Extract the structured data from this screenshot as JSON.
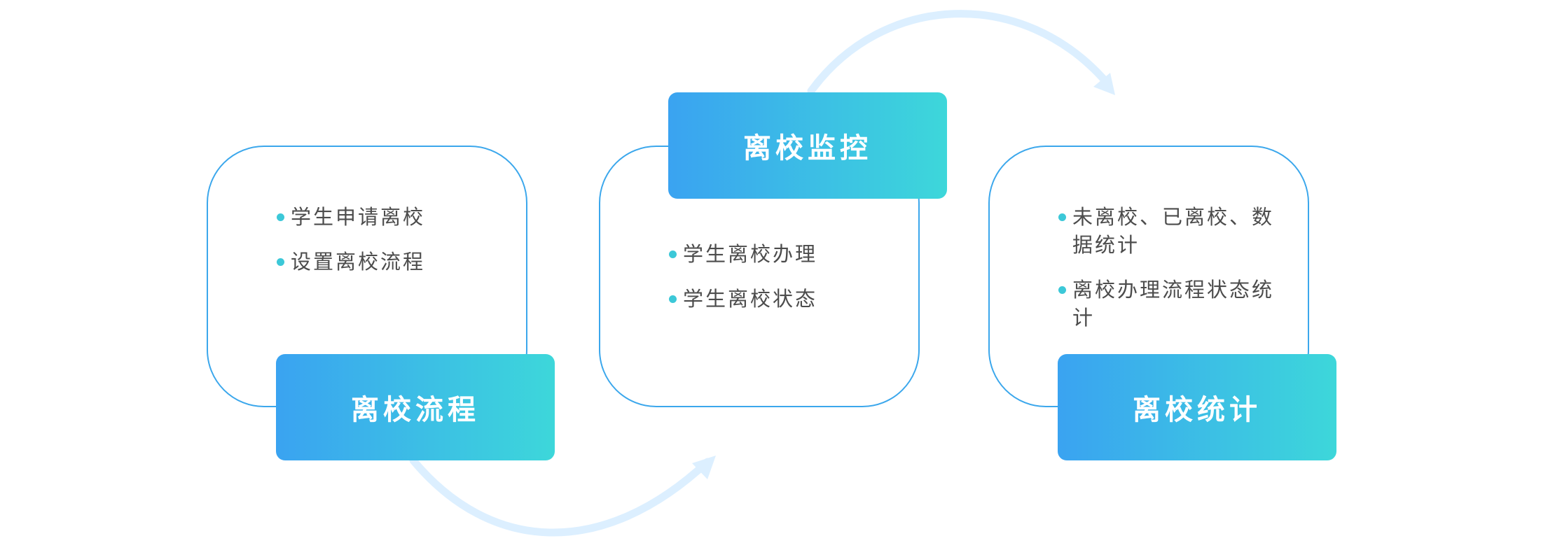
{
  "steps": [
    {
      "title": "离校流程",
      "items": [
        "学生申请离校",
        "设置离校流程"
      ]
    },
    {
      "title": "离校监控",
      "items": [
        "学生离校办理",
        "学生离校状态"
      ]
    },
    {
      "title": "离校统计",
      "items": [
        "未离校、已离校、数据统计",
        "离校办理流程状态统计"
      ]
    }
  ],
  "colors": {
    "card_border": "#3ba7ec",
    "gradient_start": "#3aa3f1",
    "gradient_end": "#3dd7da",
    "bullet_dot": "#3cc8d8",
    "arrow": "#dcefff",
    "text": "#4c4c4c"
  },
  "icons": [
    "curved-arrow-icon"
  ]
}
